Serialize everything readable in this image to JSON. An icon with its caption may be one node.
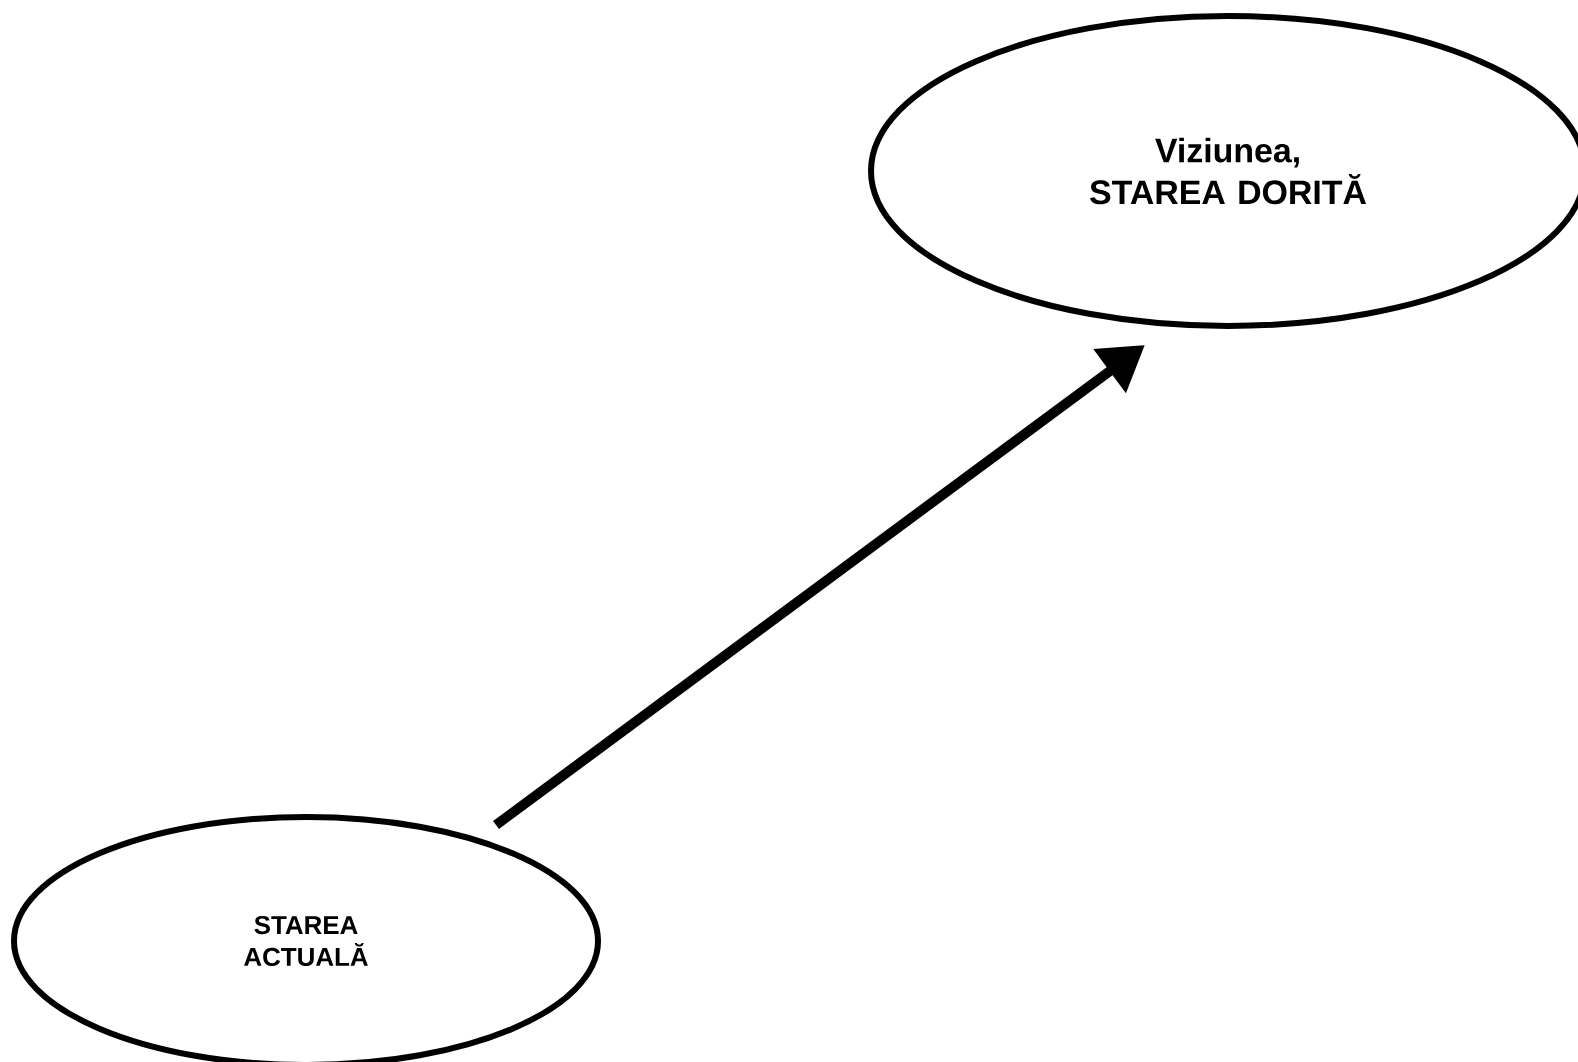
{
  "diagram": {
    "nodes": [
      {
        "text": [
          "Viziunea, STAREA DORITĂ"
        ]
      },
      {
        "text": [
          "STAREA ACTUALĂ"
        ]
      }
    ],
    "edges": [
      {
        "from": 1,
        "to": 0,
        "arrow": "to"
      }
    ]
  }
}
